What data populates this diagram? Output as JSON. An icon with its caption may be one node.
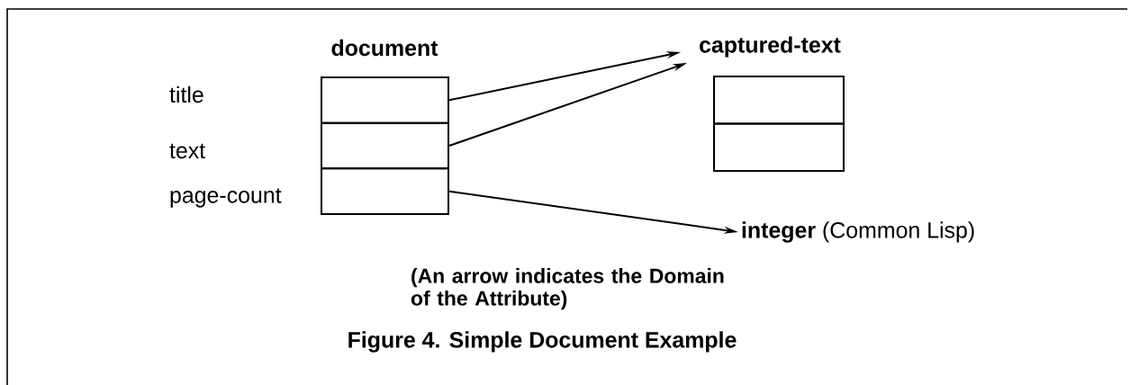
{
  "diagram": {
    "caption": "Figure 4. Simple Document Example",
    "nodes": [
      {
        "text": [
          "document"
        ]
      },
      {
        "text": [],
        "shape": "box",
        "in": 0
      },
      {
        "text": [],
        "shape": "box",
        "in": 0
      },
      {
        "text": [],
        "shape": "box",
        "in": 0
      },
      {
        "text": [
          "captured-text"
        ]
      },
      {
        "text": [],
        "shape": "box",
        "in": 4
      },
      {
        "text": [],
        "shape": "box",
        "in": 4
      },
      {
        "text": [
          "**integer** (Common Lisp)"
        ]
      }
    ],
    "edges": [
      {
        "from": 1,
        "to": 4,
        "arrow": "to"
      },
      {
        "from": 2,
        "to": 4,
        "arrow": "to"
      },
      {
        "from": 3,
        "to": 7,
        "arrow": "to"
      }
    ],
    "labels": [
      "title",
      "text",
      "page-count",
      "(An arrow indicates the Domain of the Attribute)"
    ]
  }
}
